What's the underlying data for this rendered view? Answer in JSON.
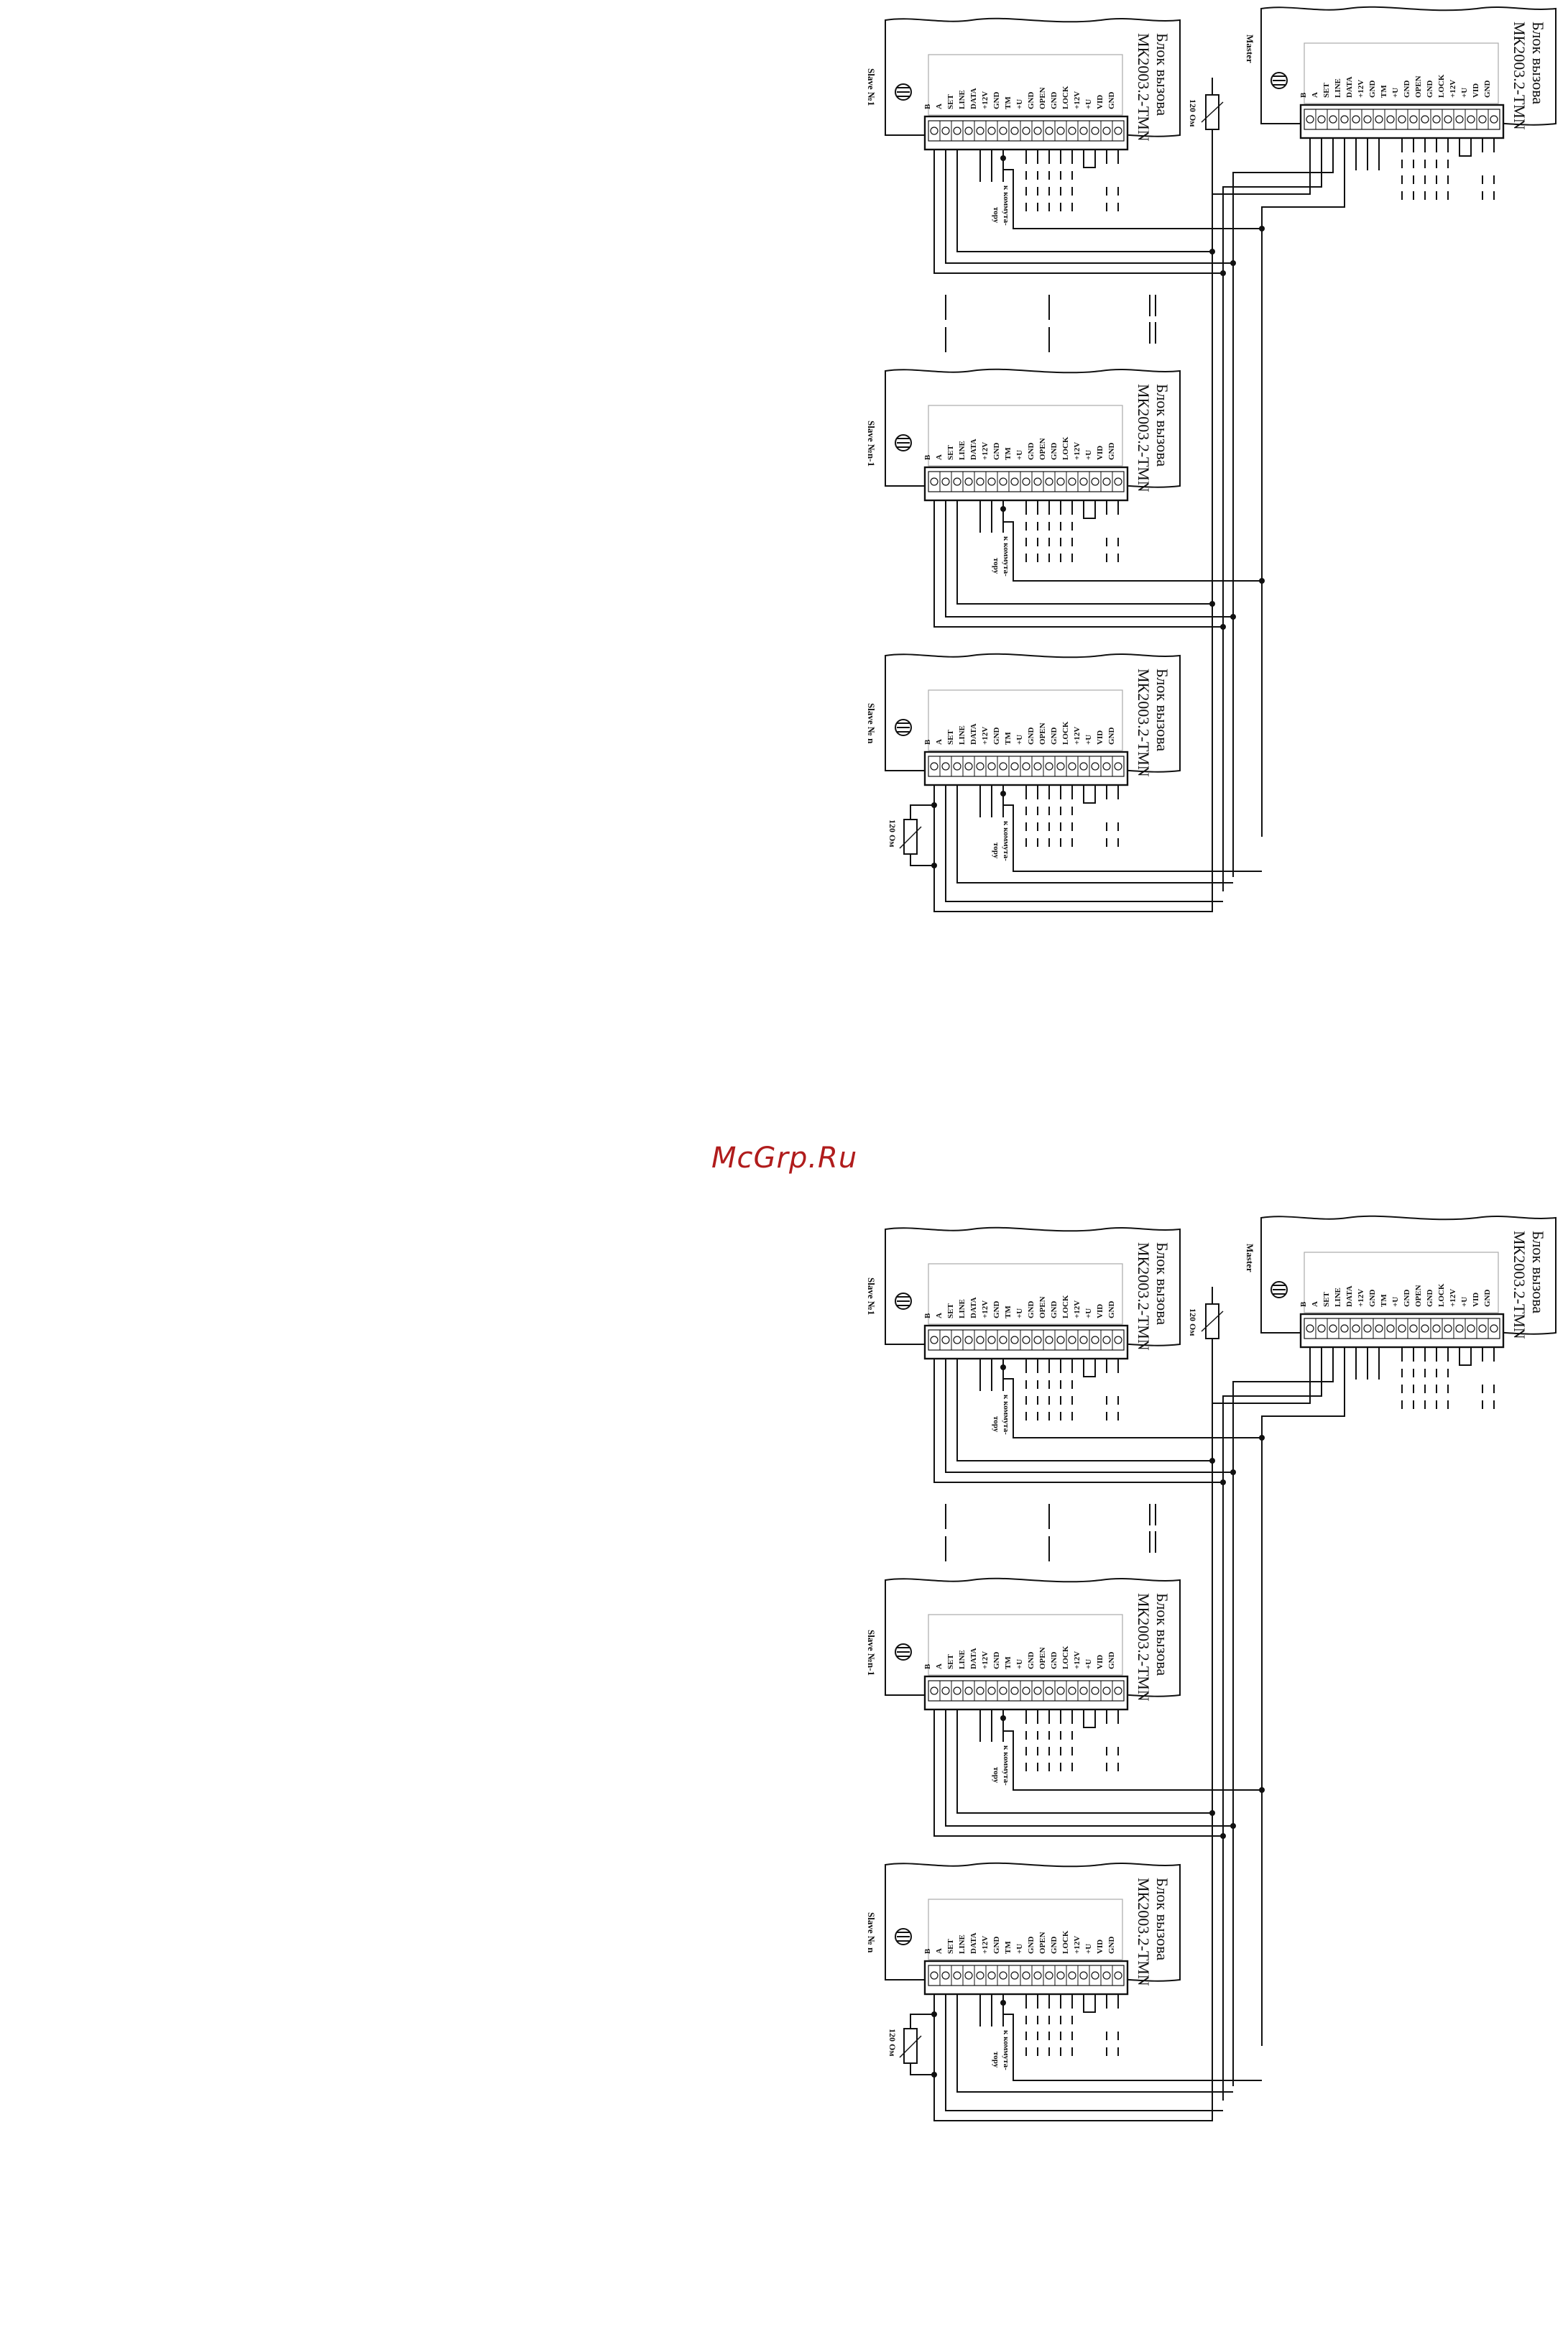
{
  "watermark": "McGrp.Ru",
  "unit": {
    "title_line1": "Блок вызова",
    "title_line2": "МК2003.2-ТМN",
    "terminals": [
      "B",
      "A",
      "SET",
      "LINE",
      "DATA",
      "+12V",
      "GND",
      "TM",
      "+U",
      "GND",
      "OPEN",
      "GND",
      "LOCK",
      "+12V",
      "+U",
      "VID",
      "GND"
    ]
  },
  "labels": {
    "master": "Master",
    "slave_1": "Slave №1",
    "slave_n1": "Slave №n-1",
    "slave_n": "Slave № n",
    "resistor": "120 Ом",
    "to_switch_line1": "к коммута-",
    "to_switch_line2": "тору"
  },
  "colors": {
    "line": "#111111",
    "watermark": "#b01c1c"
  }
}
